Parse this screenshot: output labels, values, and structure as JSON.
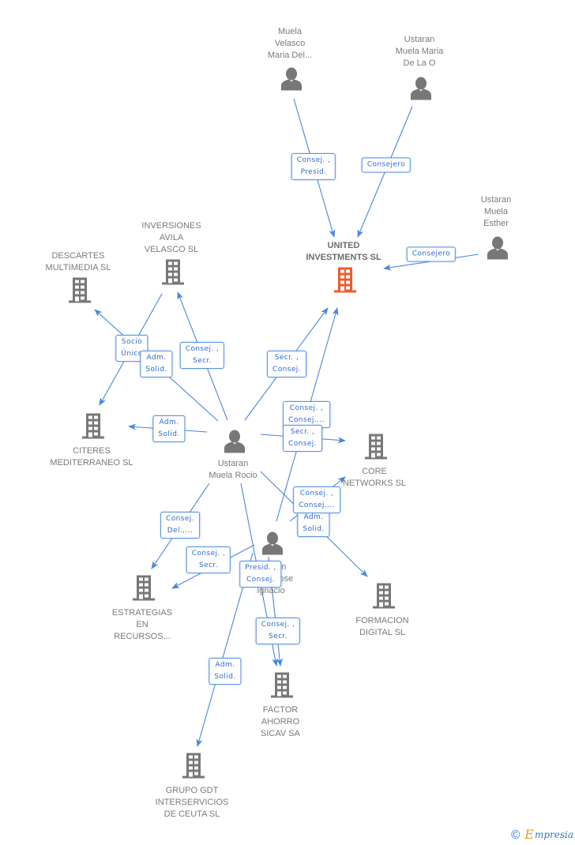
{
  "graph": {
    "colors": {
      "edge": "#4a87dd",
      "node": "#777777",
      "focus_node": "#f15a2b",
      "relation_text": "#2f6bc8"
    },
    "nodes": [
      {
        "id": "muela_velasco",
        "type": "person",
        "label": [
          "Muela",
          "Velasco",
          "Maria Del..."
        ]
      },
      {
        "id": "ustaran_maria_o",
        "type": "person",
        "label": [
          "Ustaran",
          "Muela Maria",
          "De La O"
        ]
      },
      {
        "id": "ustaran_esther",
        "type": "person",
        "label": [
          "Ustaran",
          "Muela",
          "Esther"
        ]
      },
      {
        "id": "united",
        "type": "company",
        "focus": true,
        "label": [
          "UNITED",
          "INVESTMENTS SL"
        ]
      },
      {
        "id": "descartes",
        "type": "company",
        "label": [
          "DESCARTES",
          "MULTIMEDIA SL"
        ]
      },
      {
        "id": "inversiones",
        "type": "company",
        "label": [
          "INVERSIONES",
          "AVILA",
          "VELASCO SL"
        ]
      },
      {
        "id": "citeres",
        "type": "company",
        "label": [
          "CITERES",
          "MEDITERRANEO SL"
        ]
      },
      {
        "id": "rocio",
        "type": "person",
        "label": [
          "Ustaran",
          "Muela Rocio"
        ]
      },
      {
        "id": "core",
        "type": "company",
        "label": [
          "CORE",
          "NETWORKS SL"
        ]
      },
      {
        "id": "jose_ignacio",
        "type": "person",
        "label": [
          "Ustaran",
          "Muela Jose",
          "Ignacio"
        ]
      },
      {
        "id": "estrategias",
        "type": "company",
        "label": [
          "ESTRATEGIAS",
          "EN",
          "RECURSOS..."
        ]
      },
      {
        "id": "formacion",
        "type": "company",
        "label": [
          "FORMACION",
          "DIGITAL SL"
        ]
      },
      {
        "id": "factor",
        "type": "company",
        "label": [
          "FACTOR",
          "AHORRO",
          "SICAV SA"
        ]
      },
      {
        "id": "grupo",
        "type": "company",
        "label": [
          "GRUPO GDT",
          "INTERSERVICIOS",
          "DE CEUTA SL"
        ]
      }
    ],
    "edges": [
      {
        "from": "muela_velasco",
        "to": "united",
        "label": [
          "Consej. ,",
          "Presid."
        ]
      },
      {
        "from": "ustaran_maria_o",
        "to": "united",
        "label": [
          "Consejero"
        ]
      },
      {
        "from": "ustaran_esther",
        "to": "united",
        "label": [
          "Consejero"
        ]
      },
      {
        "from": "rocio",
        "to": "inversiones",
        "label": [
          "Consej. ,",
          "Secr."
        ]
      },
      {
        "from": "inversiones",
        "to": "citeres",
        "label": [
          "Socio",
          "Único"
        ]
      },
      {
        "from": "rocio",
        "to": "descartes",
        "label": [
          "Adm.",
          "Solid."
        ]
      },
      {
        "from": "rocio",
        "to": "citeres",
        "label": [
          "Adm.",
          "Solid."
        ]
      },
      {
        "from": "rocio",
        "to": "united",
        "label": [
          "Secr. ,",
          "Consej."
        ]
      },
      {
        "from": "jose_ignacio",
        "to": "united",
        "label": [
          "Consej. ,",
          "Consej...."
        ]
      },
      {
        "from": "rocio",
        "to": "core",
        "label": [
          "Secr. ,",
          "Consej."
        ]
      },
      {
        "from": "rocio",
        "to": "formacion",
        "label": [
          "Adm.",
          "Solid."
        ]
      },
      {
        "from": "jose_ignacio",
        "to": "core",
        "label": [
          "Consej. ,",
          "Consej...."
        ]
      },
      {
        "from": "rocio",
        "to": "estrategias",
        "label": [
          "Consej.",
          "Del.,..."
        ]
      },
      {
        "from": "jose_ignacio",
        "to": "estrategias",
        "label": [
          "Consej. ,",
          "Secr."
        ]
      },
      {
        "from": "rocio",
        "to": "factor",
        "label": [
          "Presid. ,",
          "Consej."
        ]
      },
      {
        "from": "jose_ignacio",
        "to": "factor",
        "label": [
          "Consej. ,",
          "Secr."
        ]
      },
      {
        "from": "jose_ignacio",
        "to": "grupo",
        "label": [
          "Adm.",
          "Solid."
        ]
      }
    ]
  },
  "footer": {
    "copyright_symbol": "©",
    "brand_initial": "E",
    "brand_rest": "mpresia"
  }
}
